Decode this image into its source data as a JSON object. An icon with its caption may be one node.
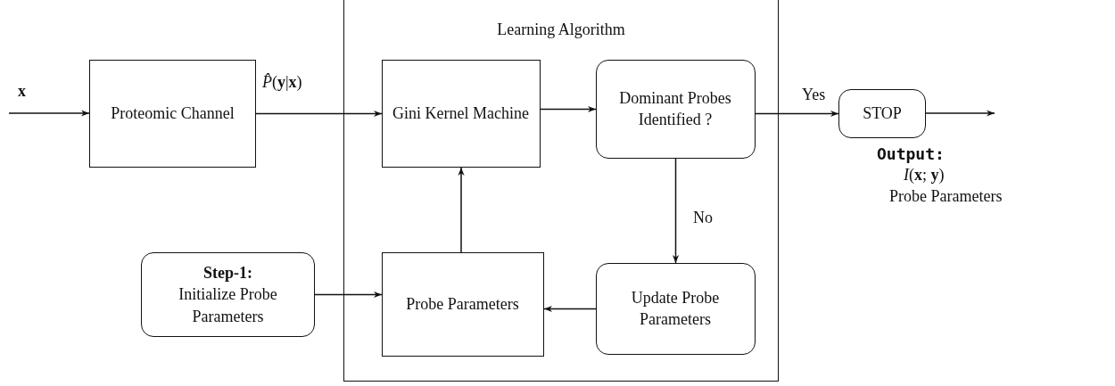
{
  "diagram": {
    "nodes": [
      {
        "text": [
          "Learning Algorithm"
        ]
      },
      {
        "text": [
          "Proteomic Channel"
        ]
      },
      {
        "text": [
          "Gini Kernel Machine"
        ],
        "in": 0
      },
      {
        "text": [
          "Dominant Probes Identified ?"
        ],
        "in": 0
      },
      {
        "text": [
          "STOP"
        ]
      },
      {
        "text": [
          "Step-1:",
          "Initialize Probe Parameters"
        ]
      },
      {
        "text": [
          "Probe Parameters"
        ],
        "in": 0
      },
      {
        "text": [
          "Update Probe Parameters"
        ],
        "in": 0
      }
    ],
    "edges": [
      {
        "from": null,
        "to": 1,
        "arrow": "to",
        "label": "**x**"
      },
      {
        "from": 1,
        "to": 2,
        "arrow": "to",
        "label": "*P̂*(**y**|**x**)"
      },
      {
        "from": 2,
        "to": 3,
        "arrow": "to"
      },
      {
        "from": 3,
        "to": 4,
        "arrow": "to",
        "label": "Yes"
      },
      {
        "from": 4,
        "to": null,
        "arrow": "to"
      },
      {
        "from": 3,
        "to": 7,
        "arrow": "to",
        "label": "No"
      },
      {
        "from": 7,
        "to": 6,
        "arrow": "to"
      },
      {
        "from": 6,
        "to": 2,
        "arrow": "to"
      },
      {
        "from": 5,
        "to": 6,
        "arrow": "to"
      }
    ],
    "labels": [
      "Output:",
      "*I*(**x**; **y**)",
      "Probe Parameters"
    ]
  }
}
